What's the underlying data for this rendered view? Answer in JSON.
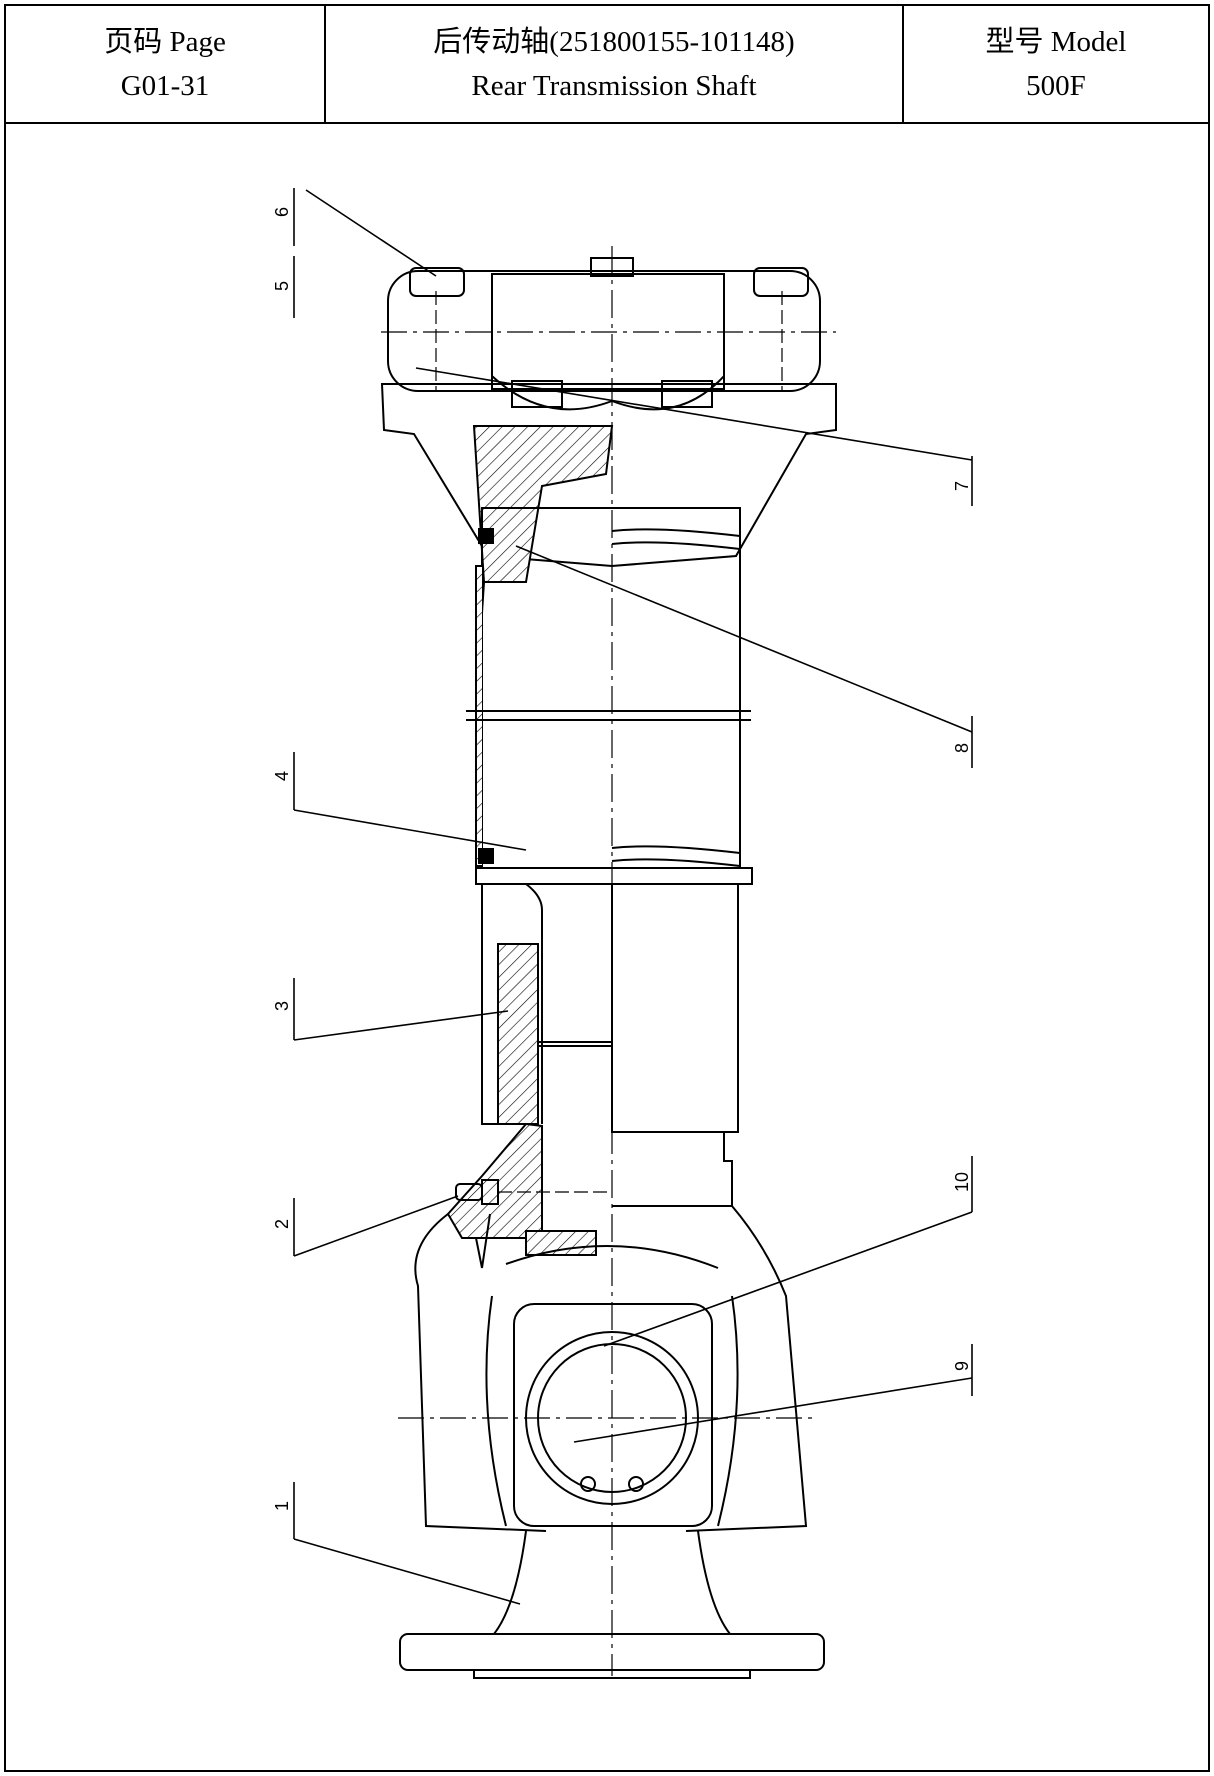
{
  "header": {
    "page_label": "页码 Page",
    "page_value": "G01-31",
    "title_line1": "后传动轴(251800155-101148)",
    "title_line2": "Rear Transmission Shaft",
    "model_label": "型号 Model",
    "model_value": "500F"
  },
  "callouts": {
    "c1": "1",
    "c2": "2",
    "c3": "3",
    "c4": "4",
    "c5": "5",
    "c6": "6",
    "c7": "7",
    "c8": "8",
    "c9": "9",
    "c10": "10"
  }
}
